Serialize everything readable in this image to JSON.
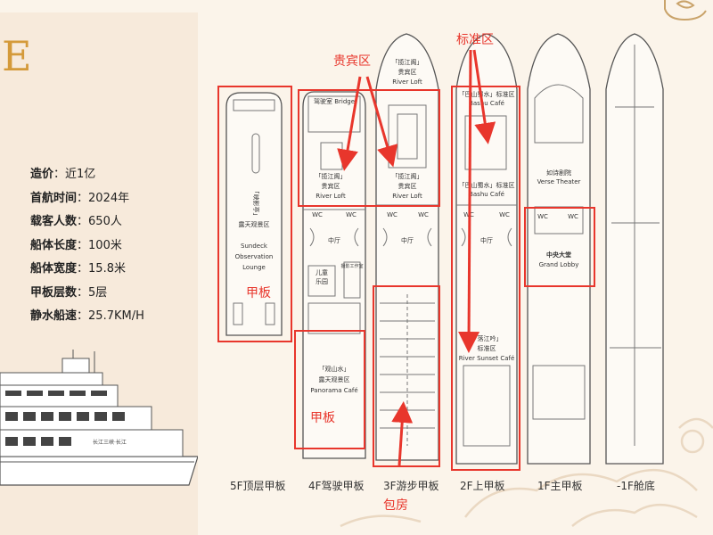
{
  "left_panel": {
    "big_letter": "E",
    "specs": [
      {
        "key": "造价",
        "value": "近1亿"
      },
      {
        "key": "首航时间",
        "value": "2024年"
      },
      {
        "key": "载客人数",
        "value": "650人"
      },
      {
        "key": "船体长度",
        "value": "100米"
      },
      {
        "key": "船体宽度",
        "value": "15.8米"
      },
      {
        "key": "甲板层数",
        "value": "5层"
      },
      {
        "key": "静水船速",
        "value": "25.7KM/H"
      }
    ],
    "ship_name": "长江三峡·长江"
  },
  "annotations": {
    "vip_area": "贵宾区",
    "standard_area": "标准区",
    "deck_5f": "甲板",
    "deck_4f": "甲板",
    "private_rooms": "包房"
  },
  "decks": [
    {
      "label": "5F顶层甲板"
    },
    {
      "label": "4F驾驶甲板"
    },
    {
      "label": "3F游步甲板"
    },
    {
      "label": "2F上甲板"
    },
    {
      "label": "1F主甲板"
    },
    {
      "label": "-1F舱底"
    }
  ],
  "rooms": {
    "d5_cn1": "「峡影亭」",
    "d5_cn2": "露天观景区",
    "d5_en1": "Sundeck",
    "d5_en2": "Observation",
    "d5_en3": "Lounge",
    "d4_bridge": "驾驶室 Bridge",
    "d4_loft_cn": "「揽江阁」",
    "d4_loft_area": "贵宾区",
    "d4_loft_en": "River Loft",
    "d4_wc1": "WC",
    "d4_wc2": "WC",
    "d4_hall": "中厅",
    "d4_kids1": "儿童",
    "d4_kids2": "乐园",
    "d4_photo": "摄影工作室",
    "d4_pano_cn": "「观山水」",
    "d4_pano_area": "露天观景区",
    "d4_pano_en": "Panorama Café",
    "d3_top_cn": "「揽江阁」",
    "d3_top_area": "贵宾区",
    "d3_top_en": "River Loft",
    "d3_loft_cn": "「揽江阁」",
    "d3_loft_area": "贵宾区",
    "d3_loft_en": "River Loft",
    "d3_wc1": "WC",
    "d3_wc2": "WC",
    "d3_hall": "中厅",
    "d2_bashu1_cn": "「巴山蜀水」标准区",
    "d2_bashu1_en": "Bashu Café",
    "d2_bashu2_cn": "「巴山蜀水」标准区",
    "d2_bashu2_en": "Bashu Café",
    "d2_wc1": "WC",
    "d2_wc2": "WC",
    "d2_hall": "中厅",
    "d2_sunset_cn": "「落江吟」",
    "d2_sunset_area": "标准区",
    "d2_sunset_en": "River Sunset Café",
    "d1_theater_cn": "如诗剧院",
    "d1_theater_en": "Verse Theater",
    "d1_wc1": "WC",
    "d1_wc2": "WC",
    "d1_lobby_cn": "中央大堂",
    "d1_lobby_en": "Grand Lobby"
  },
  "colors": {
    "annotation_red": "#e8362c",
    "panel_bg": "#f7eadb",
    "page_bg": "#fbf4ea",
    "accent_gold": "#d49a3a"
  }
}
